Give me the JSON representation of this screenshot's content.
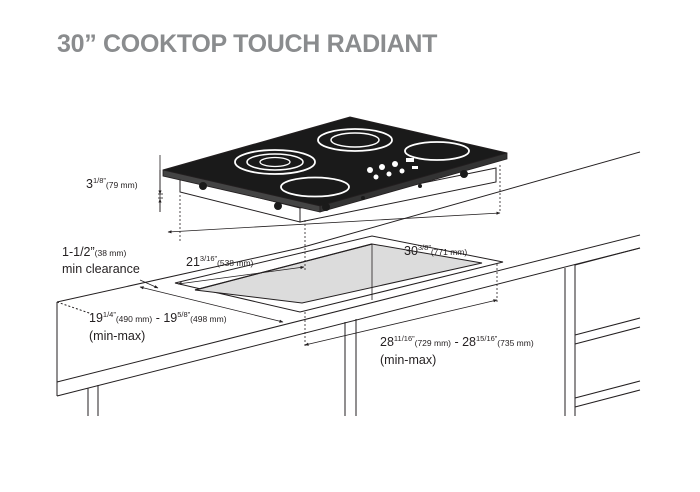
{
  "title": "30” COOKTOP TOUCH RADIANT",
  "dimensions": {
    "height": {
      "whole": "3",
      "frac": "1/8”",
      "metric": "(79 mm)"
    },
    "clearance": {
      "line1": "1-1/2”",
      "metric": "(38 mm)",
      "line2": "min clearance"
    },
    "cutout_width": {
      "whole": "21",
      "frac": "3/16”",
      "metric": "(538 mm)"
    },
    "cooktop_width": {
      "whole": "30",
      "frac": "3/8”",
      "metric": "(771 mm)"
    },
    "cutout_depth": {
      "min_whole": "19",
      "min_frac": "1/4”",
      "min_metric": "(490 mm)",
      "sep": " - ",
      "max_whole": "19",
      "max_frac": "5/8”",
      "max_metric": "(498 mm)",
      "range": "(min-max)"
    },
    "cutout_length": {
      "min_whole": "28",
      "min_frac": "11/16”",
      "min_metric": "(729 mm)",
      "sep": " - ",
      "max_whole": "28",
      "max_frac": "15/16”",
      "max_metric": "(735 mm)",
      "range": "(min-max)"
    }
  },
  "colors": {
    "title": "#8a8c8e",
    "glass": "#1a1a1a",
    "line": "#231f20",
    "cutout": "#dcdcdc"
  }
}
